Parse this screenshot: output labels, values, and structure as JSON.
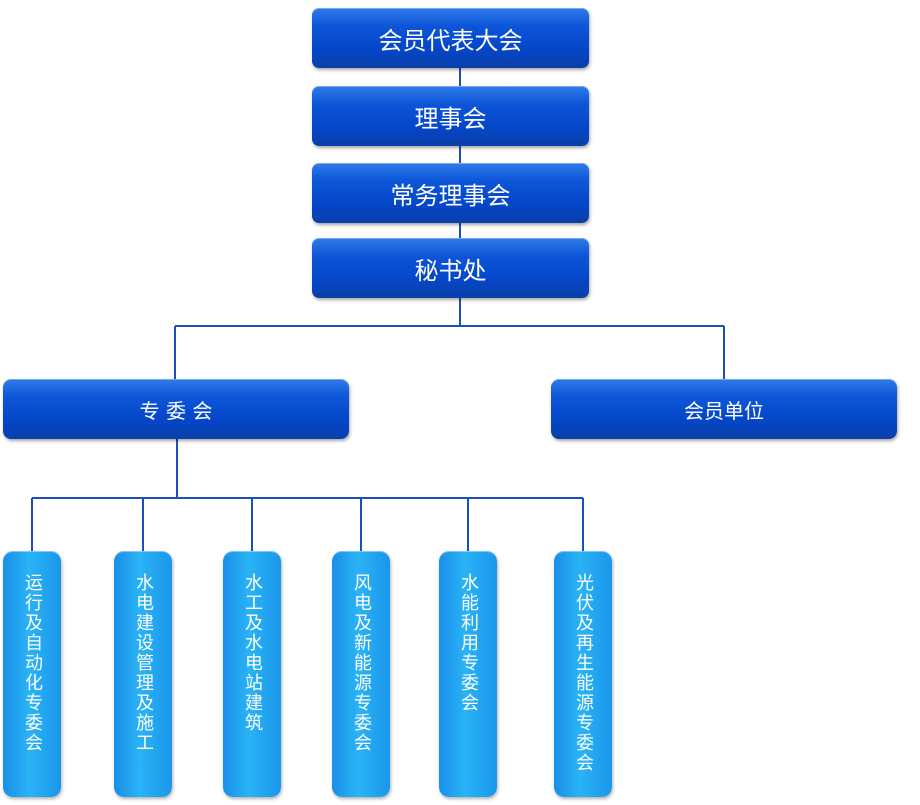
{
  "org_chart": {
    "top": [
      "会员代表大会",
      "理事会",
      "常务理事会",
      "秘书处"
    ],
    "committee": "专 委 会",
    "members": "会员单位",
    "subcommittees": [
      "运行及自动化专委会",
      "水电建设管理及施工",
      "水工及水电站建筑",
      "风电及新能源专委会",
      "水能利用专委会",
      "光伏及再生能源专委会"
    ]
  },
  "colors": {
    "top_box": "#0546c8",
    "sub_box": "#2ab3f6",
    "connector": "#1a4fc0",
    "text": "#ffffff"
  }
}
